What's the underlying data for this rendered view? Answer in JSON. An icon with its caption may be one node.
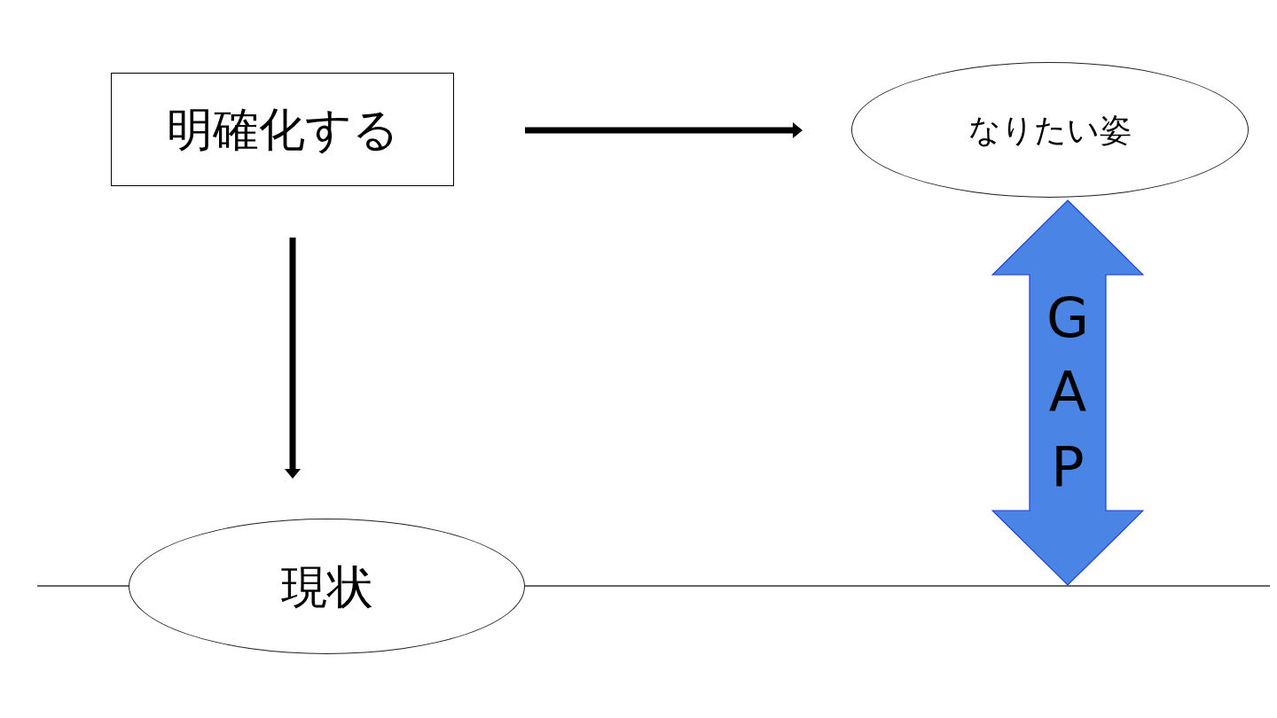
{
  "diagram": {
    "nodes": [
      {
        "text": [
          "明確化する"
        ]
      },
      {
        "text": [
          "なりたい姿"
        ]
      },
      {
        "text": [
          "現状"
        ]
      },
      {
        "text": [
          "GAP"
        ]
      }
    ],
    "edges": [
      {
        "from": 0,
        "to": 1,
        "arrow": "to"
      },
      {
        "from": 0,
        "to": 2,
        "arrow": "to"
      }
    ]
  }
}
